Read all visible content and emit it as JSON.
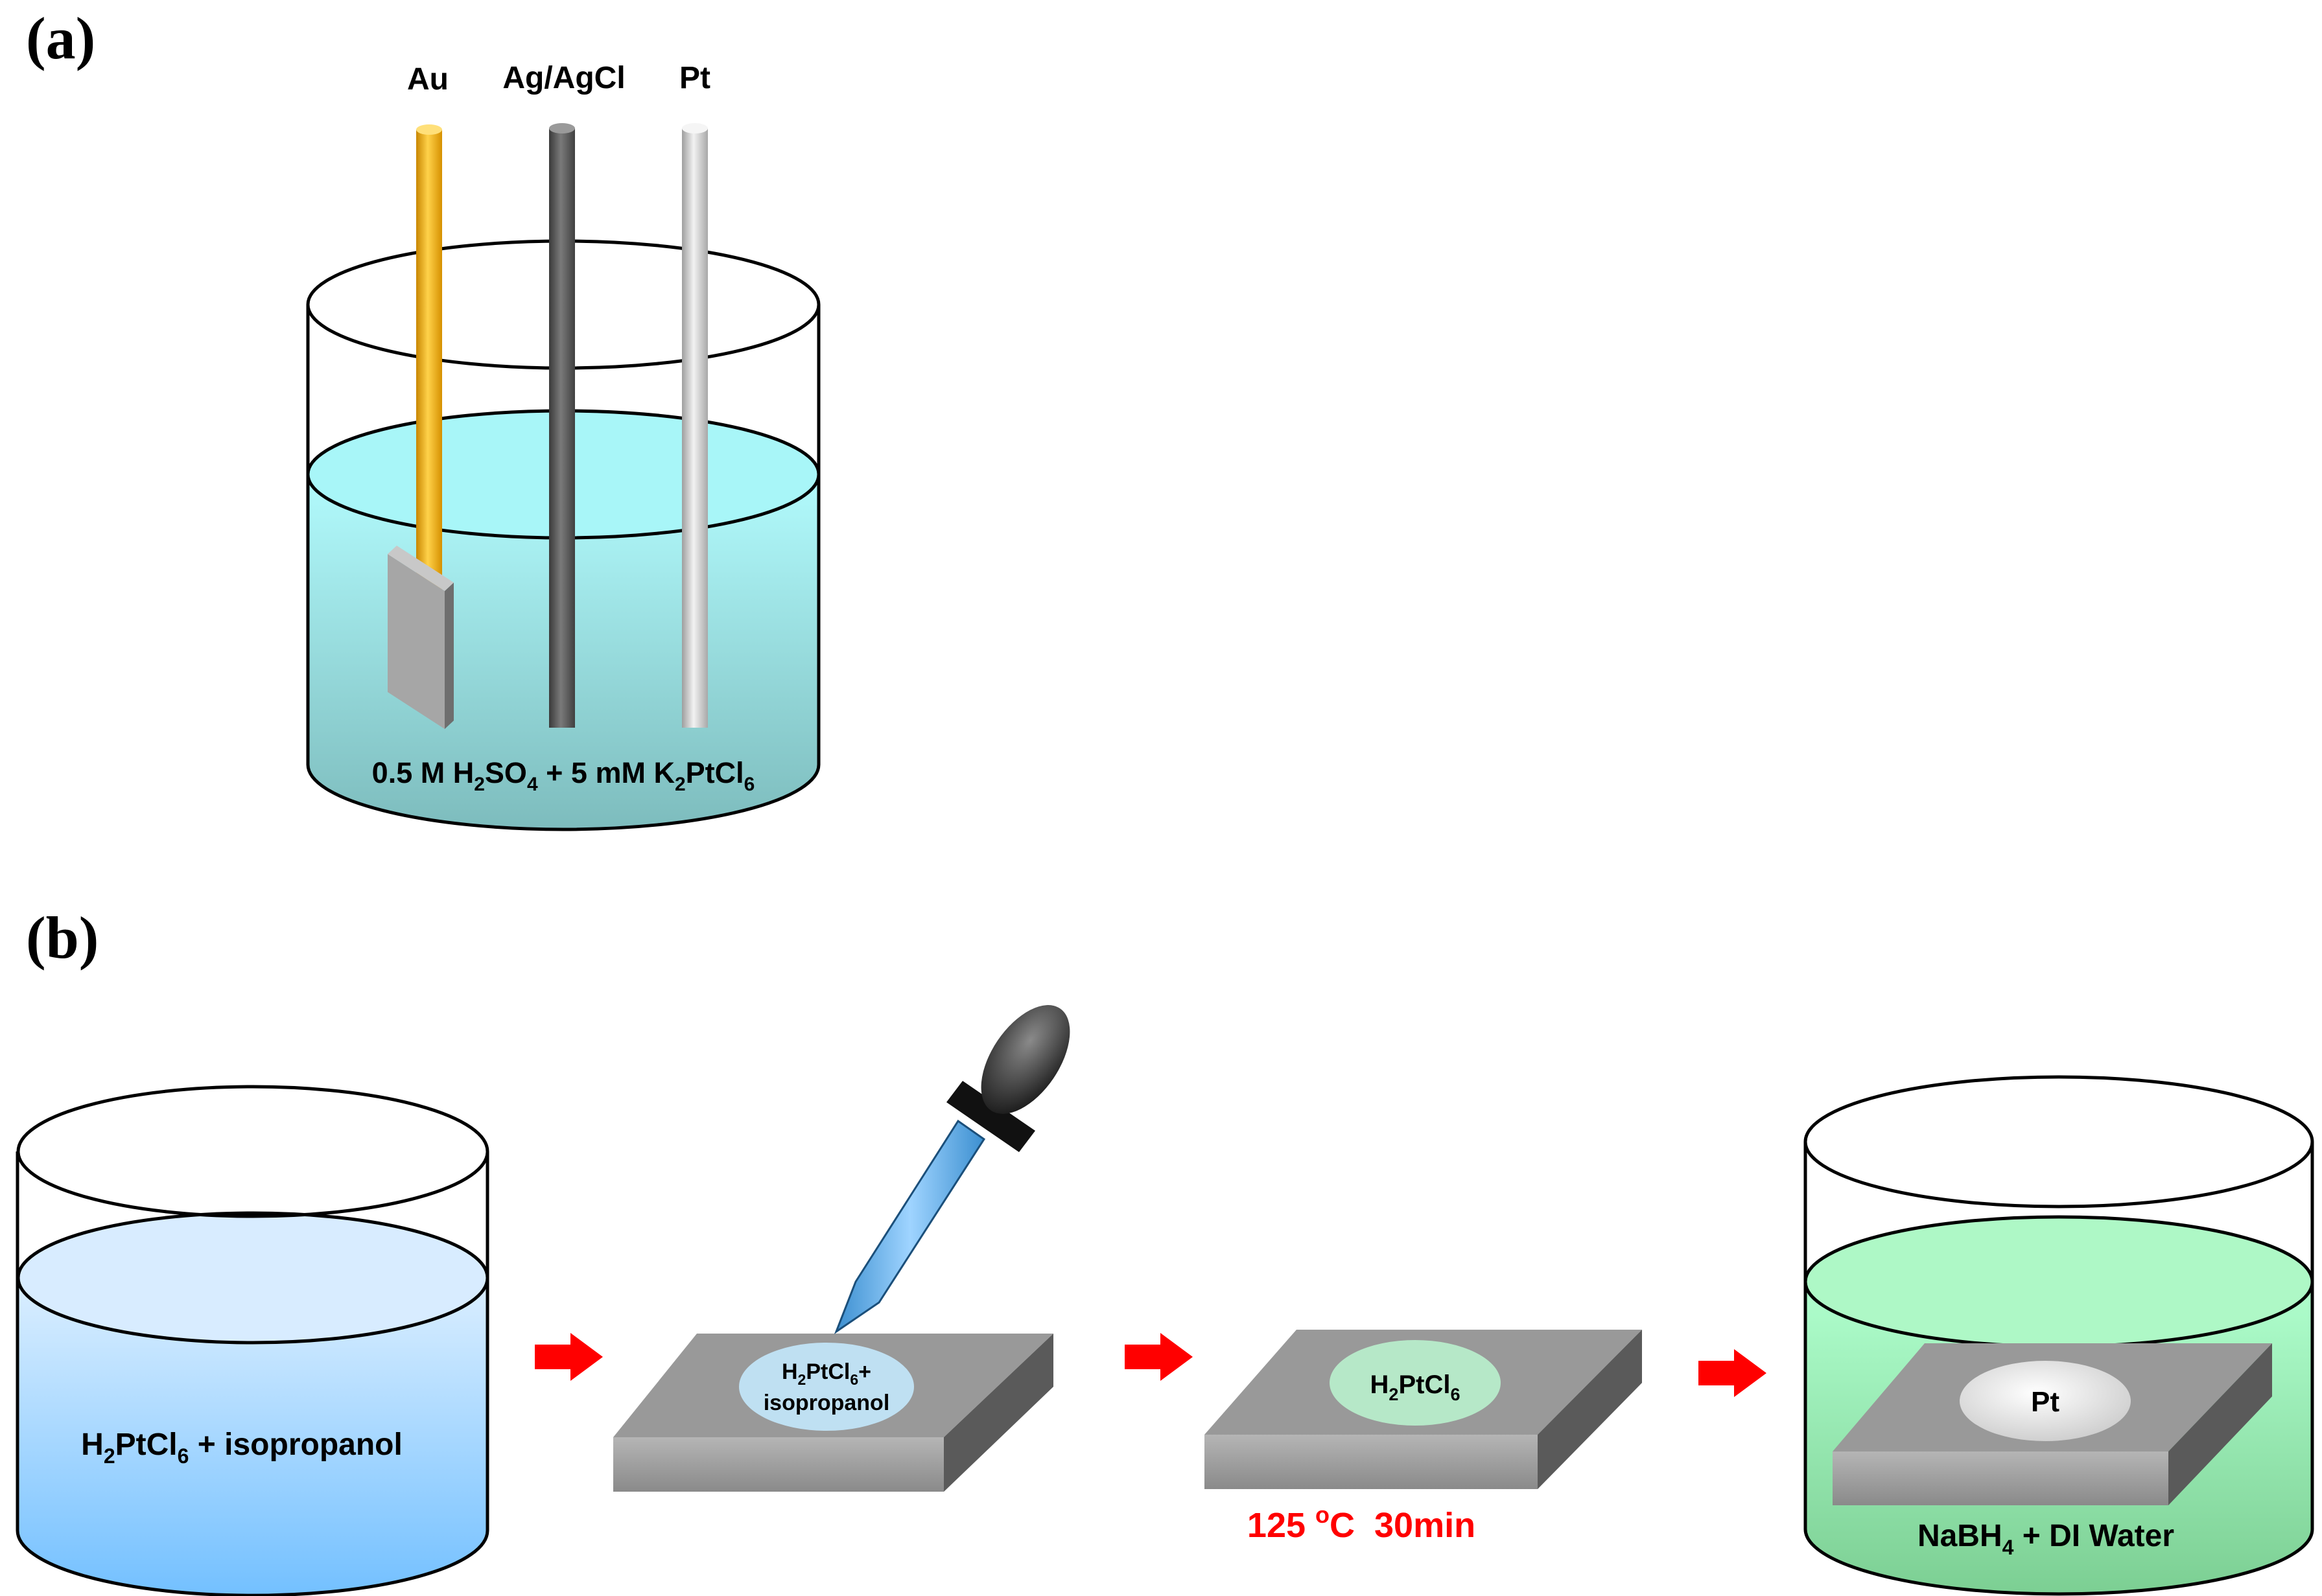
{
  "panel_a": {
    "label": "(a)",
    "electrodes": {
      "au": "Au",
      "ref": "Ag/AgCl",
      "pt": "Pt"
    },
    "solution": {
      "a": "0.5 M H",
      "b": "2",
      "c": "SO",
      "d": "4",
      "e": " + 5 mM K",
      "f": "2",
      "g": "PtCl",
      "h": "6"
    }
  },
  "panel_b": {
    "label": "(b)",
    "step1": {
      "a": "H",
      "b": "2",
      "c": "PtCl",
      "d": "6",
      "e": " + isopropanol"
    },
    "step2": {
      "a": "H",
      "b": "2",
      "c": "PtCl",
      "d": "6",
      "e": "+",
      "line2": "isopropanol"
    },
    "step3": {
      "a": "H",
      "b": "2",
      "c": "PtCl",
      "d": "6"
    },
    "heat": {
      "a": "125 ",
      "b": "o",
      "c": "C  30min"
    },
    "step4": {
      "spot": "Pt",
      "a": "NaBH",
      "b": "4",
      "c": " + DI Water"
    }
  },
  "colors": {
    "arrow": "#ff0000",
    "au_wire": "#ffb800",
    "ref_wire": "#555555",
    "pt_wire": "#c8c8c8",
    "solution_a": "#a8f0f4",
    "solution_b1": "#7fc8ff",
    "solution_b4": "#9ef0b4",
    "substrate": "#999999",
    "heat_text": "#ff0000"
  }
}
